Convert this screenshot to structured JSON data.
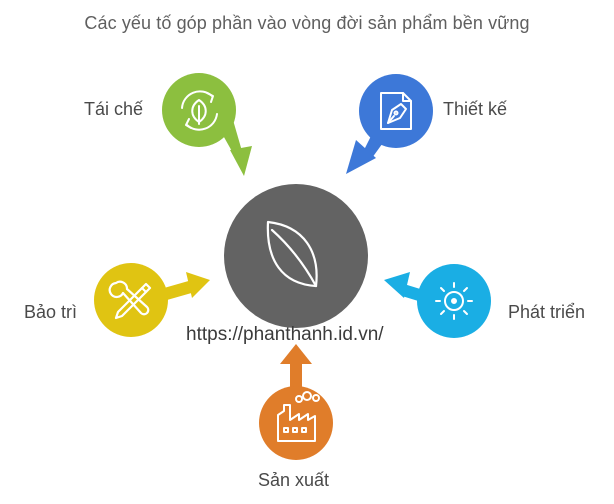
{
  "title": "Các yếu tố góp phần vào vòng đời sản phẩm bền vững",
  "center": {
    "icon": "leaf-icon",
    "color": "#636363"
  },
  "url": "https://phanthanh.id.vn/",
  "nodes": [
    {
      "key": "recycle",
      "label": "Tái chế",
      "icon": "recycle-icon",
      "color": "#8cbf3f"
    },
    {
      "key": "design",
      "label": "Thiết kế",
      "icon": "design-pen-icon",
      "color": "#3d78d8"
    },
    {
      "key": "develop",
      "label": "Phát triển",
      "icon": "sun-icon",
      "color": "#1aaee4"
    },
    {
      "key": "maintain",
      "label": "Bảo trì",
      "icon": "tools-icon",
      "color": "#e0c412"
    },
    {
      "key": "produce",
      "label": "Sản xuất",
      "icon": "factory-icon",
      "color": "#e07d2a"
    }
  ]
}
